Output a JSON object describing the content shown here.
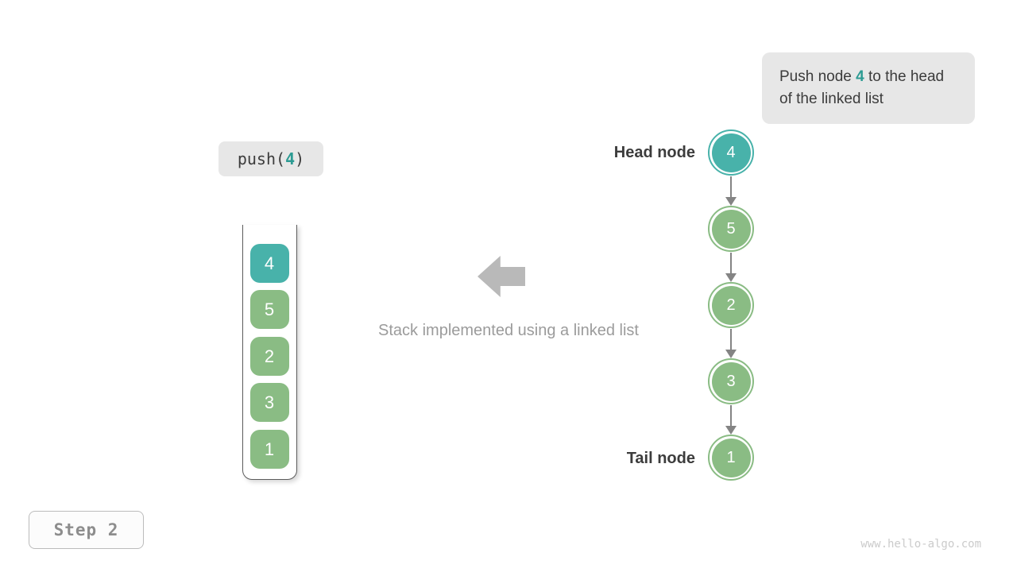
{
  "colors": {
    "teal": "#48b2aa",
    "teal_text": "#2c9b93",
    "green": "#8abc84",
    "dark_text": "#3c3c3c",
    "box_bg": "#e7e7e7",
    "arrow_gray": "#b9b9b9",
    "caption_gray": "#9b9b9b",
    "connector_gray": "#848484",
    "container_border": "#5c5c5c",
    "step_border": "#bcbcbc",
    "step_text": "#8d8d8d",
    "step_bg": "#fcfcfc",
    "watermark_gray": "#cbcbcb"
  },
  "callout": {
    "text_before": "Push node ",
    "highlight": "4",
    "text_after": " to the head of the linked list"
  },
  "operation": {
    "fn": "push(",
    "arg": "4",
    "close": ")"
  },
  "stack": {
    "items": [
      {
        "value": "4",
        "highlight": true
      },
      {
        "value": "5",
        "highlight": false
      },
      {
        "value": "2",
        "highlight": false
      },
      {
        "value": "3",
        "highlight": false
      },
      {
        "value": "1",
        "highlight": false
      }
    ]
  },
  "caption": "Stack implemented using a linked list",
  "linked_list": {
    "head_label": "Head node",
    "tail_label": "Tail node",
    "nodes": [
      {
        "value": "4",
        "highlight": true
      },
      {
        "value": "5",
        "highlight": false
      },
      {
        "value": "2",
        "highlight": false
      },
      {
        "value": "3",
        "highlight": false
      },
      {
        "value": "1",
        "highlight": false
      }
    ]
  },
  "step_badge": "Step 2",
  "watermark": "www.hello-algo.com"
}
